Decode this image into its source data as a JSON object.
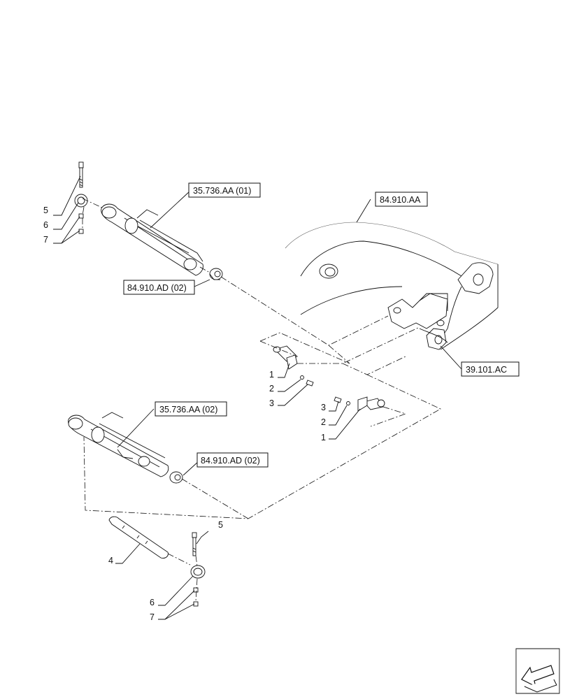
{
  "references": [
    {
      "id": "ref-35736aa-01",
      "text": "35.736.AA (01)"
    },
    {
      "id": "ref-84910ad-02-top",
      "text": "84.910.AD (02)"
    },
    {
      "id": "ref-84910aa",
      "text": "84.910.AA"
    },
    {
      "id": "ref-39101ac",
      "text": "39.101.AC"
    },
    {
      "id": "ref-35736aa-02",
      "text": "35.736.AA (02)"
    },
    {
      "id": "ref-84910ad-02-bottom",
      "text": "84.910.AD (02)"
    }
  ],
  "callouts": {
    "top_left": [
      "5",
      "6",
      "7"
    ],
    "middle_upper": [
      "1",
      "2",
      "3"
    ],
    "middle_lower": [
      "3",
      "2",
      "1"
    ],
    "bottom_pin": "4",
    "bottom_bolt": "5",
    "bottom_bushing": "6",
    "bottom_nuts": "7"
  },
  "icons": {
    "orientation": "direction-arrow-icon"
  }
}
